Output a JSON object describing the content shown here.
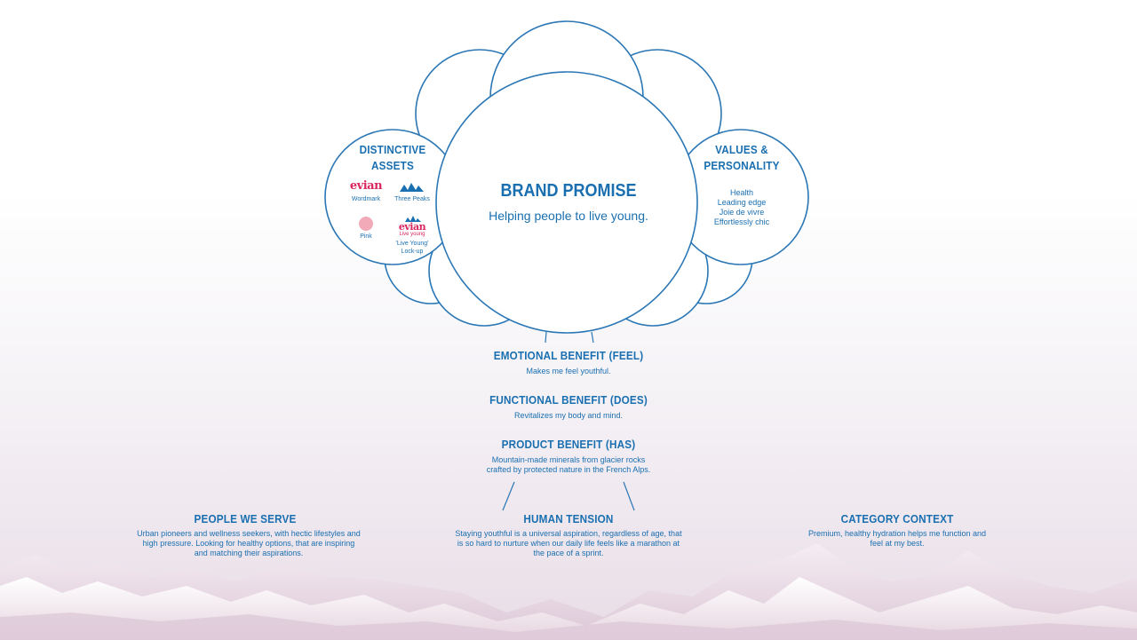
{
  "brand_promise": {
    "title": "BRAND PROMISE",
    "text": "Helping people to live young."
  },
  "distinctive_assets": {
    "title_line1": "DISTINCTIVE",
    "title_line2": "ASSETS",
    "items": [
      {
        "logo_text": "evian",
        "caption": "Wordmark"
      },
      {
        "caption": "Three Peaks"
      },
      {
        "caption": "Pink",
        "color": "#f2aab9"
      },
      {
        "logo_text": "evian",
        "logo_sub": "Live young",
        "caption_line1": "'Live Young'",
        "caption_line2": "Lock-up"
      }
    ]
  },
  "values_personality": {
    "title_line1": "VALUES &",
    "title_line2": "PERSONALITY",
    "items": [
      "Health",
      "Leading edge",
      "Joie de vivre",
      "Effortlessly chic"
    ]
  },
  "emotional_benefit": {
    "title": "EMOTIONAL BENEFIT (FEEL)",
    "text": "Makes me feel youthful."
  },
  "functional_benefit": {
    "title": "FUNCTIONAL BENEFIT (DOES)",
    "text": "Revitalizes my body and mind."
  },
  "product_benefit": {
    "title": "PRODUCT BENEFIT (HAS)",
    "text_line1": "Mountain-made minerals from glacier rocks",
    "text_line2": "crafted by protected nature in the French Alps."
  },
  "people_we_serve": {
    "title": "PEOPLE WE SERVE",
    "text_line1": "Urban pioneers and wellness seekers, with hectic lifestyles and",
    "text_line2": "high pressure. Looking for healthy options, that are inspiring",
    "text_line3": "and matching their aspirations."
  },
  "human_tension": {
    "title": "HUMAN TENSION",
    "text_line1": "Staying youthful is a universal aspiration, regardless of age, that",
    "text_line2": "is so hard to nurture when our daily life feels like a marathon at",
    "text_line3": "the pace of a sprint."
  },
  "category_context": {
    "title": "CATEGORY CONTEXT",
    "text_line1": "Premium, healthy hydration helps me function and",
    "text_line2": "feel at my best."
  },
  "colors": {
    "brand_blue": "#1a6fb0",
    "evian_pink": "#d9265e",
    "pink_swatch": "#f2aab9"
  }
}
